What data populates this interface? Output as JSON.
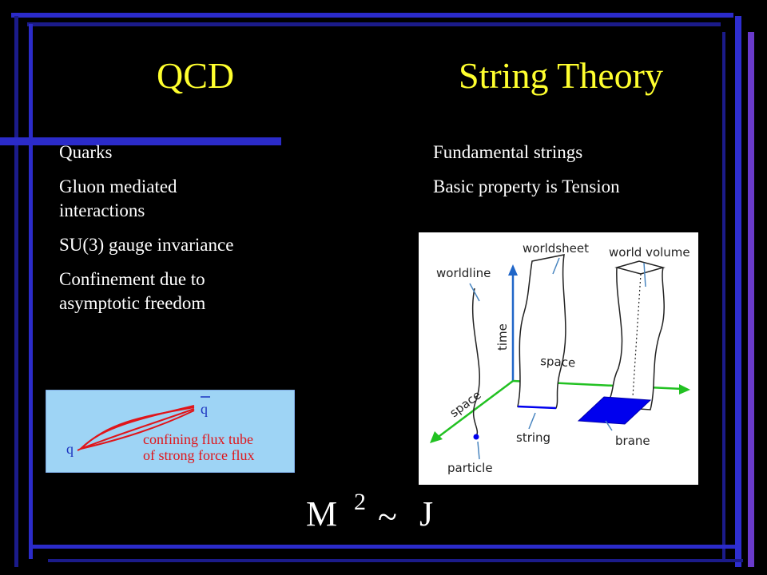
{
  "slide": {
    "left_title": "QCD",
    "right_title": "String Theory",
    "left_bullets": [
      "Quarks",
      "Gluon mediated interactions",
      "SU(3) gauge invariance",
      "Confinement due to asymptotic freedom"
    ],
    "right_bullets": [
      "Fundamental strings",
      "Basic property is Tension"
    ],
    "flux_tube": {
      "quark_label": "q",
      "antiquark_label": "q",
      "caption_line1": "confining flux tube",
      "caption_line2": "of strong force flux"
    },
    "string_diagram": {
      "worldline": "worldline",
      "worldsheet": "worldsheet",
      "world_volume": "world volume",
      "time": "time",
      "space_axis": "space",
      "space_diag": "space",
      "string": "string",
      "brane": "brane",
      "particle": "particle"
    },
    "formula": {
      "base": "M",
      "exp": "2",
      "rel": "~",
      "rhs": "J"
    },
    "colors": {
      "title": "#ffff2e",
      "text": "#ffffff",
      "frame_blue": "#2e2ecf",
      "flux_bg": "#9ed4f5",
      "flux_red": "#e0151a",
      "axis_green": "#22c122",
      "axis_blue": "#2066c8",
      "brane_blue": "#0000ee"
    }
  }
}
